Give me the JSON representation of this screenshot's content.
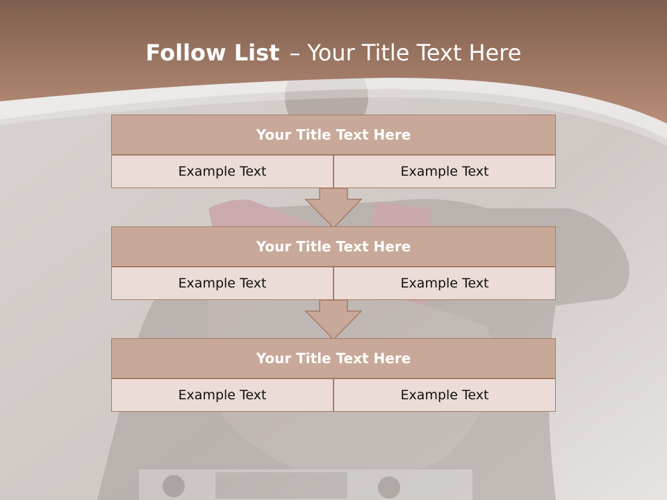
{
  "title": {
    "bold_part": "Follow List",
    "dash": "–",
    "rest": "Your Title Text Here"
  },
  "steps": [
    {
      "heading": "Your Title Text Here",
      "left": "Example Text",
      "right": "Example Text"
    },
    {
      "heading": "Your Title Text Here",
      "left": "Example Text",
      "right": "Example Text"
    },
    {
      "heading": "Your Title Text Here",
      "left": "Example Text",
      "right": "Example Text"
    }
  ],
  "colors": {
    "banner": "#a9806a",
    "header_fill": "#c8a898",
    "cell_fill": "#ebdcd8",
    "border": "#a57b66"
  }
}
